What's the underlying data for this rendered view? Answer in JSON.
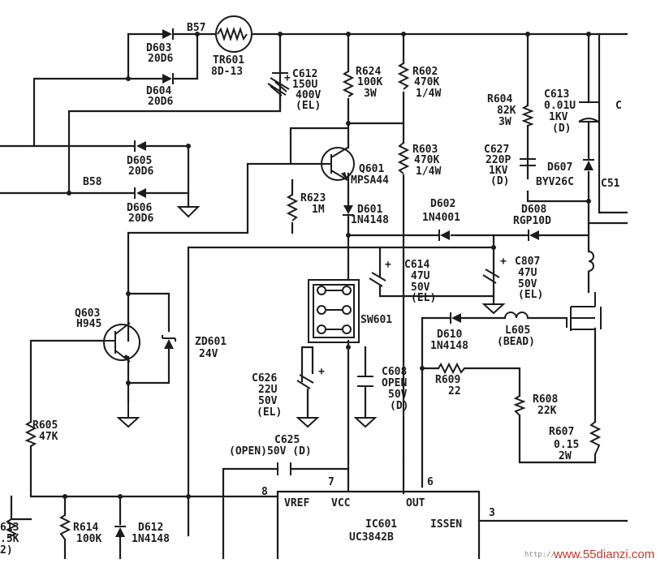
{
  "components": {
    "tr601": {
      "ref": "TR601",
      "value": "8D-13"
    },
    "b57": {
      "ref": "B57"
    },
    "b58": {
      "ref": "B58"
    },
    "d603": {
      "ref": "D603",
      "value": "20D6"
    },
    "d604": {
      "ref": "D604",
      "value": "20D6"
    },
    "d605": {
      "ref": "D605",
      "value": "20D6"
    },
    "d606": {
      "ref": "D606",
      "value": "20D6"
    },
    "c612": {
      "ref": "C612",
      "value": "150U",
      "voltage": "400V",
      "type": "(EL)"
    },
    "r624": {
      "ref": "R624",
      "value": "100K",
      "power": "3W"
    },
    "r602": {
      "ref": "R602",
      "value": "470K",
      "power": "1/4W"
    },
    "r603": {
      "ref": "R603",
      "value": "470K",
      "power": "1/4W"
    },
    "q601": {
      "ref": "Q601",
      "value": "MPSA44"
    },
    "r623": {
      "ref": "R623",
      "value": "1M"
    },
    "d601": {
      "ref": "D601",
      "value": "1N4148"
    },
    "d602": {
      "ref": "D602",
      "value": "1N4001"
    },
    "d608": {
      "ref": "D608",
      "value": "RGP10D"
    },
    "r604": {
      "ref": "R604",
      "value": "82K",
      "power": "3W"
    },
    "c613": {
      "ref": "C613",
      "value": "0.01U",
      "voltage": "1KV",
      "type": "(D)"
    },
    "c627": {
      "ref": "C627",
      "value": "220P",
      "voltage": "1KV",
      "type": "(D)"
    },
    "d607": {
      "ref": "D607",
      "value": "BYV26C"
    },
    "c51": {
      "ref": "C51"
    },
    "c_edge": {
      "ref": "C"
    },
    "c614": {
      "ref": "C614",
      "value": "47U",
      "voltage": "50V",
      "type": "(EL)"
    },
    "c807": {
      "ref": "C807",
      "value": "47U",
      "voltage": "50V",
      "type": "(EL)"
    },
    "q603": {
      "ref": "Q603",
      "value": "H945"
    },
    "zd601": {
      "ref": "ZD601",
      "value": "24V"
    },
    "sw601": {
      "ref": "SW601"
    },
    "d610": {
      "ref": "D610",
      "value": "1N4148"
    },
    "l605": {
      "ref": "L605",
      "value": "(BEAD)"
    },
    "c626": {
      "ref": "C626",
      "value": "22U",
      "voltage": "50V",
      "type": "(EL)"
    },
    "c608": {
      "ref": "C608",
      "value": "OPEN",
      "voltage": "50V",
      "type": "(D)"
    },
    "r609": {
      "ref": "R609",
      "value": "22"
    },
    "r608": {
      "ref": "R608",
      "value": "22K"
    },
    "r605": {
      "ref": "R605",
      "value": "47K"
    },
    "c625": {
      "ref": "C625",
      "value": "(OPEN)50V (D)"
    },
    "r607": {
      "ref": "R607",
      "value": "0.15",
      "power": "2W"
    },
    "r613": {
      "ref": "613",
      "value": ".5K",
      "note": "2)"
    },
    "r614": {
      "ref": "R614",
      "value": "100K"
    },
    "d612": {
      "ref": "D612",
      "value": "1N4148"
    }
  },
  "ic601": {
    "ref": "IC601",
    "part": "UC3842B",
    "pins": {
      "p7": "7",
      "p6": "6",
      "p8": "8",
      "p3": "3"
    },
    "labels": {
      "vref": "VREF",
      "vcc": "VCC",
      "out": "OUT",
      "issen": "ISSEN"
    }
  },
  "polarity": {
    "plus": "+"
  },
  "watermark": {
    "prefix": "http://",
    "site": "www.55dianzi.com"
  }
}
